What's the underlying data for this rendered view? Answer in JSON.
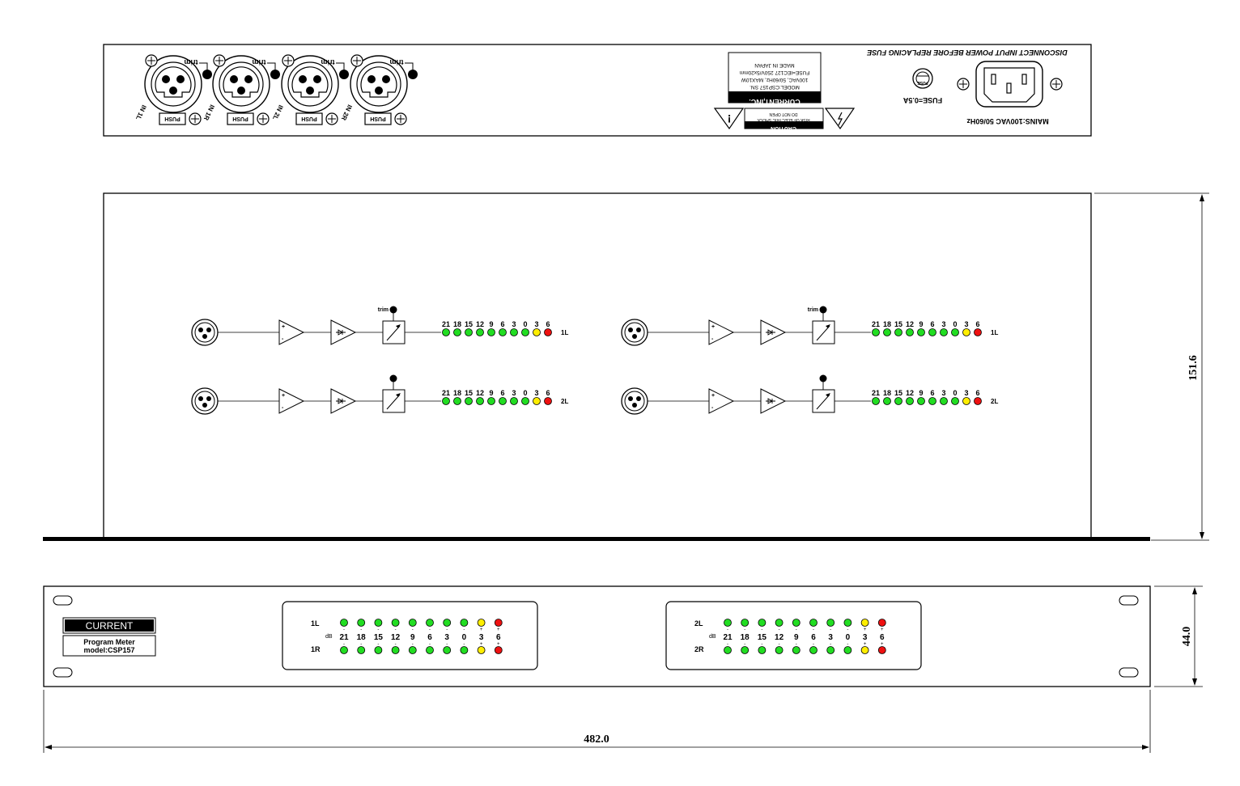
{
  "rear_panel": {
    "warning_text": "DISCONNECT INPUT POWER BEFORE REPLACING FUSE",
    "mains_label": "MAINS:100VAC 50/60Hz",
    "fuse_label": "FUSE=0.5A",
    "fuse_cap_text": "FUSE",
    "caution_title": "CAUTION",
    "caution_line1": "RISK OF ELECTRIC SHOCK",
    "caution_line2": "DO NOT OPEN",
    "label_company": "CURRENT,INC.",
    "label_model": "MODEL:CSP157 SN.",
    "label_power": "100VAC, 50/60Hz, MAX10W",
    "label_fuse": "FUSE=IEC127 250V/5x20mm",
    "label_origin": "MADE IN JAPAN",
    "trim_label": "trim",
    "push_label": "PUSH",
    "inputs": [
      "IN 1L",
      "IN 1R",
      "IN 2L",
      "IN 2R"
    ]
  },
  "block_diagram": {
    "trim_label": "trim",
    "scale": [
      "21",
      "18",
      "15",
      "12",
      "9",
      "6",
      "3",
      "0",
      "3",
      "6"
    ],
    "rows": [
      {
        "left_label": "1L",
        "right_label": "1L",
        "trim_visible": true
      },
      {
        "left_label": "2L",
        "right_label": "2L",
        "trim_visible": false
      }
    ]
  },
  "front_panel": {
    "brand": "CURRENT",
    "product_line1": "Program Meter",
    "product_line2": "model:CSP157",
    "db_label": "dB",
    "scale": [
      "21",
      "18",
      "15",
      "12",
      "9",
      "6",
      "3",
      "0",
      "3",
      "6"
    ],
    "meters": [
      {
        "top_label": "1L",
        "bottom_label": "1R"
      },
      {
        "top_label": "2L",
        "bottom_label": "2R"
      }
    ]
  },
  "dimensions": {
    "width": "482.0",
    "depth": "151.6",
    "height": "44.0"
  },
  "colors": {
    "led_green": "#22dd22",
    "led_yellow": "#ffee00",
    "led_red": "#ee1111",
    "line": "#000000",
    "background": "#ffffff"
  }
}
